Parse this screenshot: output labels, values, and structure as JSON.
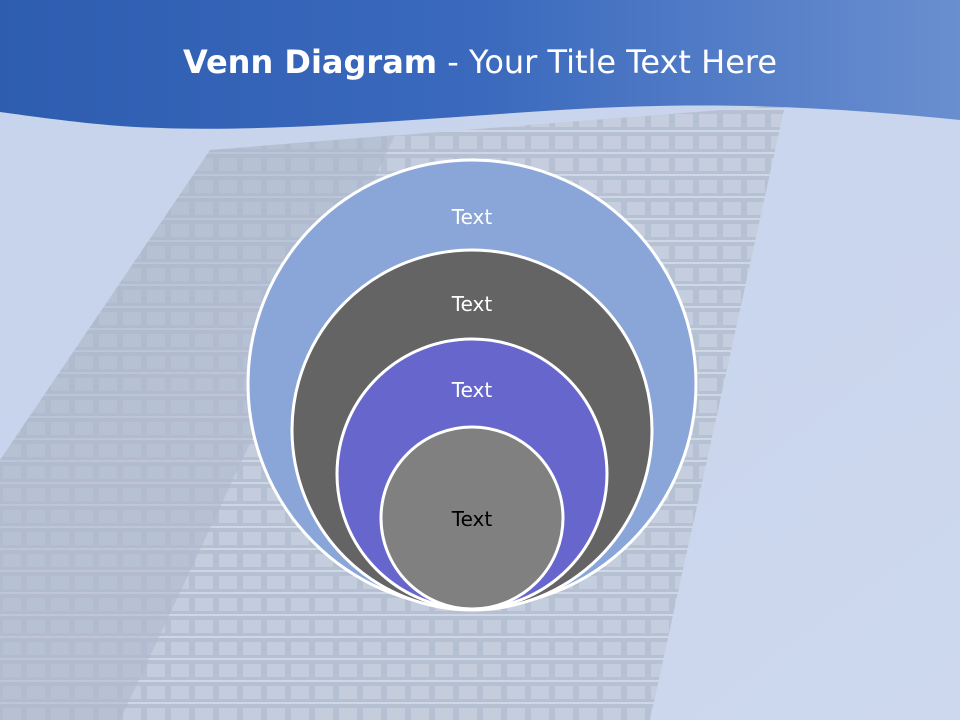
{
  "slide": {
    "title_bold": "Venn Diagram",
    "title_rest": " - Your Title Text Here"
  },
  "diagram": {
    "circles": [
      {
        "label": "Text",
        "fill": "#8aa6d9",
        "text_color": "#ffffff"
      },
      {
        "label": "Text",
        "fill": "#646464",
        "text_color": "#ffffff"
      },
      {
        "label": "Text",
        "fill": "#6666cc",
        "text_color": "#ffffff"
      },
      {
        "label": "Text",
        "fill": "#808080",
        "text_color": "#000000"
      }
    ]
  },
  "colors": {
    "header_blue": "#3a67b8",
    "sky": "#c9d5ec",
    "building": "#aeb9cb",
    "circle_stroke": "#ffffff"
  }
}
